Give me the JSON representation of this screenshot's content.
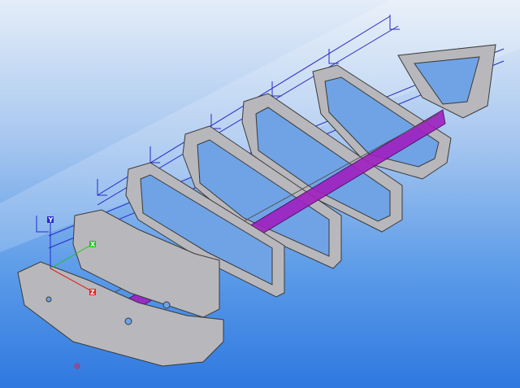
{
  "viewport": {
    "axes": {
      "y_label": "Y",
      "x_label": "X",
      "z_label": "Z"
    },
    "colors": {
      "y_axis": "#2a2ad0",
      "x_axis": "#20c020",
      "z_axis": "#e02020",
      "spar": "#a020c0",
      "rib": "#b8b8bc"
    }
  }
}
